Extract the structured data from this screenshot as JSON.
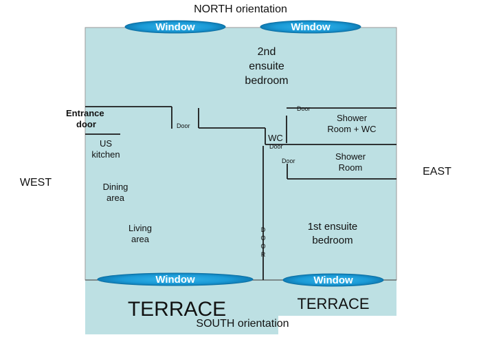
{
  "orientation": {
    "north": "NORTH orientation",
    "south": "SOUTH orientation",
    "west": "WEST",
    "east": "EAST"
  },
  "windows": {
    "north_left": "Window",
    "north_right": "Window",
    "south_left": "Window",
    "south_right": "Window"
  },
  "rooms": {
    "bedroom_2": {
      "line1": "2nd",
      "line2": "ensuite",
      "line3": "bedroom"
    },
    "entrance": {
      "line1": "Entrance",
      "line2": "door"
    },
    "kitchen": {
      "line1": "US",
      "line2": "kitchen"
    },
    "dining": {
      "line1": "Dining",
      "line2": "area"
    },
    "living": {
      "line1": "Living",
      "line2": "area"
    },
    "shower_wc": {
      "line1": "Shower",
      "line2": "Room + WC"
    },
    "wc": "WC",
    "shower": {
      "line1": "Shower",
      "line2": "Room"
    },
    "bedroom_1": {
      "line1": "1st ensuite",
      "line2": "bedroom"
    }
  },
  "doors": {
    "door_center": "Door",
    "door_shower_wc": "Door",
    "door_wc": "Door",
    "door_shower": "Door",
    "door_vertical": [
      "D",
      "O",
      "O",
      "R"
    ]
  },
  "terraces": {
    "left": "TERRACE",
    "right": "TERRACE"
  },
  "colors": {
    "floor": "#bde0e3",
    "wall": "#1a1a1a",
    "window_fill": "#1b9ad6"
  }
}
